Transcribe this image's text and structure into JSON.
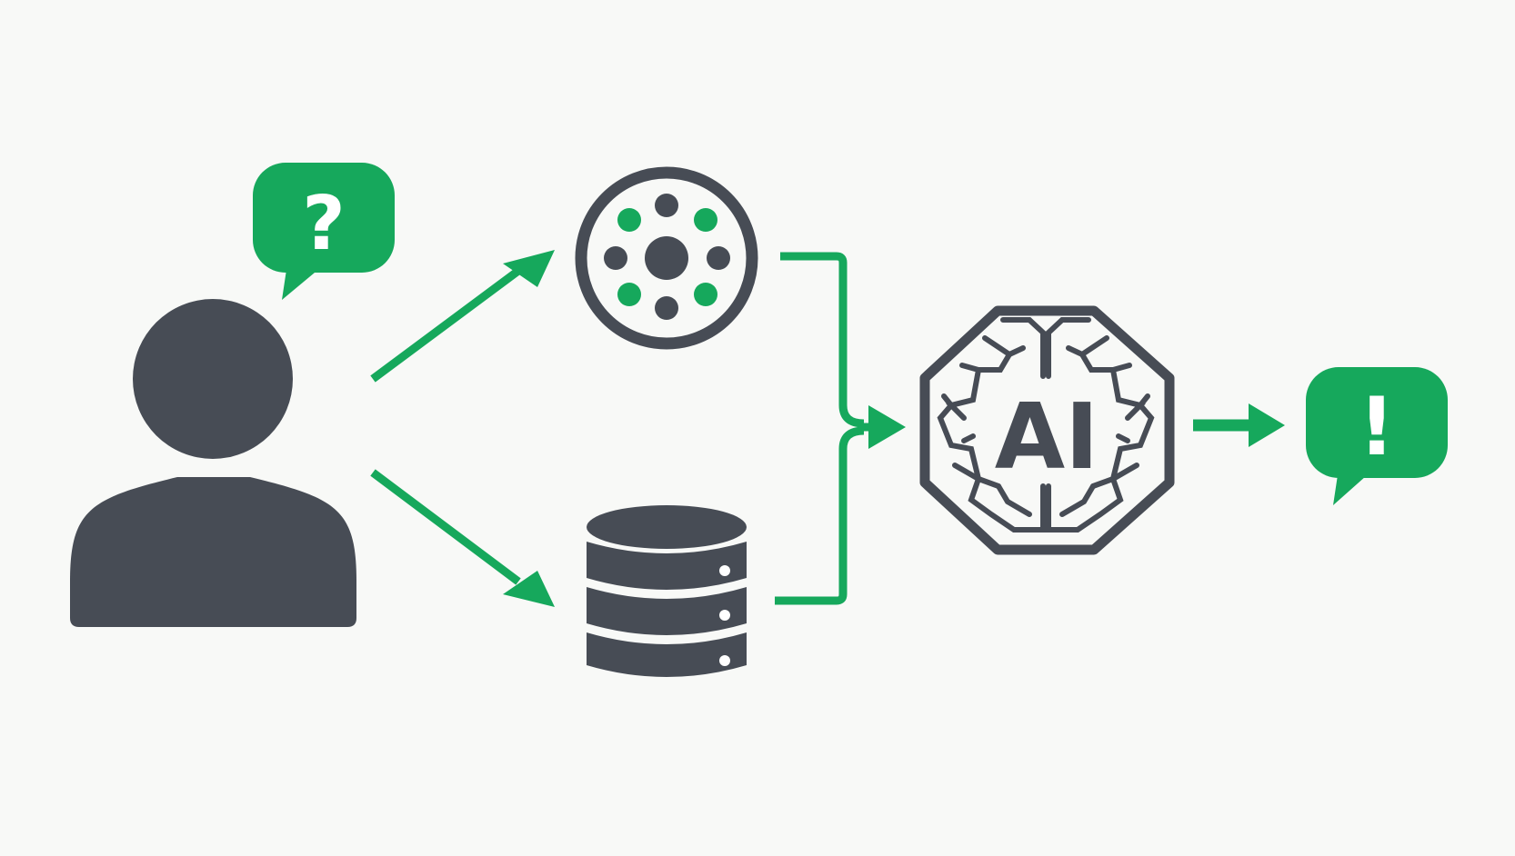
{
  "colors": {
    "background": "#f8f9f7",
    "accent_green": "#16a85c",
    "icon_dark": "#474c55",
    "white": "#ffffff"
  },
  "nodes": [
    {
      "id": "user",
      "icon": "user-icon"
    },
    {
      "id": "question",
      "icon": "question-bubble-icon",
      "glyph": "?"
    },
    {
      "id": "embedding",
      "icon": "embedding-circle-icon"
    },
    {
      "id": "database",
      "icon": "database-icon"
    },
    {
      "id": "ai",
      "icon": "ai-brain-icon",
      "label": "AI"
    },
    {
      "id": "answer",
      "icon": "answer-bubble-icon",
      "glyph": "!"
    }
  ],
  "edges": [
    {
      "from": "user",
      "to": "embedding"
    },
    {
      "from": "user",
      "to": "database"
    },
    {
      "from": "embedding",
      "to": "ai"
    },
    {
      "from": "database",
      "to": "ai"
    },
    {
      "from": "ai",
      "to": "answer"
    }
  ]
}
